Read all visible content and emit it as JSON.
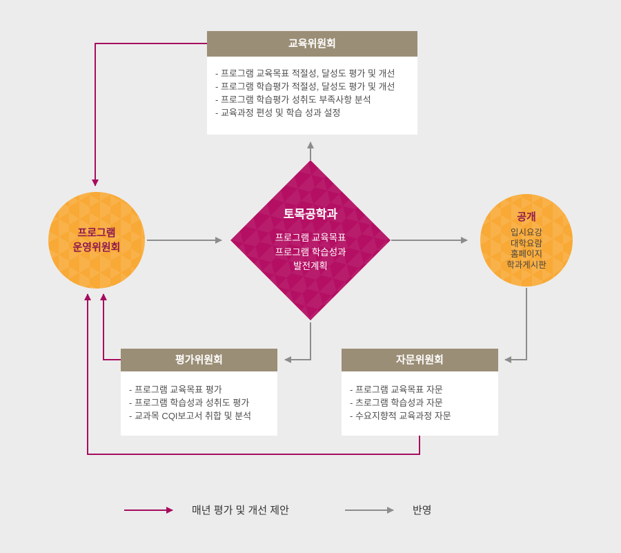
{
  "committees": {
    "education": {
      "title": "교육위원회",
      "items": [
        "- 프로그램 교육목표 적절성, 달성도 평가 및 개선",
        "- 프로그램 학습평가 적절성, 달성도 평가 및 개선",
        "- 프로그램 학습평가 성취도 부족사항 분석",
        "- 교육과정 편성 및 학습 성과 설정"
      ]
    },
    "evaluation": {
      "title": "평가위원회",
      "items": [
        "- 프로그램 교육목표 평가",
        "- 프로그램 학습성과 성취도 평가",
        "- 교과목 CQI보고서 취합 및 분석"
      ]
    },
    "advisory": {
      "title": "자문위원회",
      "items": [
        "- 프로그램 교육목표 자문",
        "- 츠로그램 학습성과 자문",
        "- 수요지향적 교육과정 자문"
      ]
    }
  },
  "nodes": {
    "operating_committee": {
      "lines": [
        "프로그램",
        "운영위원회"
      ]
    },
    "department": {
      "title": "토목공학과",
      "lines": [
        "프로그램 교육목표",
        "프로그램 학습성과",
        "발전계획"
      ]
    },
    "public": {
      "title": "공개",
      "items": [
        "입시요강",
        "대학요람",
        "홈페이지",
        "학과게시판"
      ]
    }
  },
  "legend": {
    "magenta_label": "매년 평가 및 개선 제안",
    "gray_label": "반영"
  },
  "colors": {
    "magenta_arrow": "#a60c5e",
    "diamond": "#b40f63",
    "orange": "#f8a936",
    "tan_header": "#9b8e76",
    "gray_arrow": "#8c8c8c",
    "background": "#ececec"
  }
}
